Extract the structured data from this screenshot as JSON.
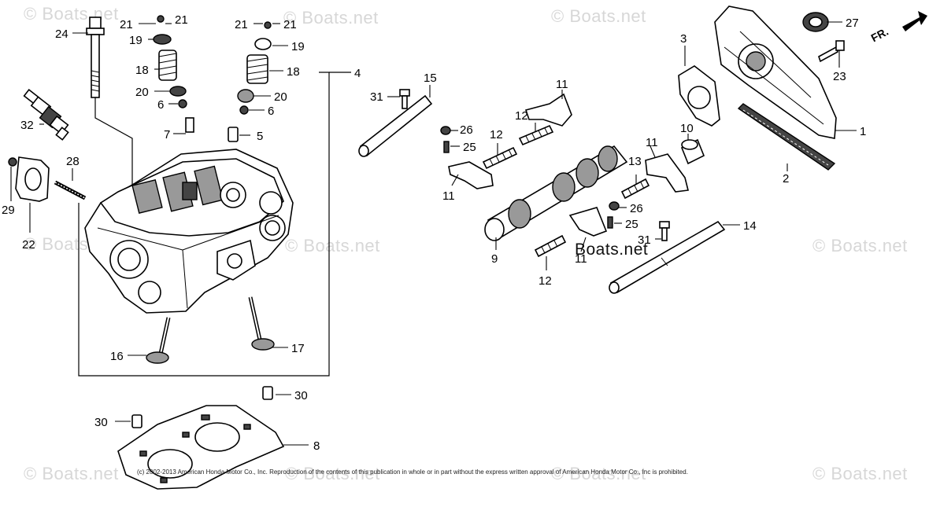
{
  "watermark": "© Boats.net",
  "inline_watermark": "Boats.net",
  "copyright": "(c) 2002-2013 American Honda Motor Co., Inc. Reproduction of the contents of this publication in whole or in part without the express written approval of American Honda Motor Co., Inc is prohibited.",
  "front_marker": "FR.",
  "callouts": {
    "c1": "1",
    "c2": "2",
    "c3": "3",
    "c4": "4",
    "c5": "5",
    "c6a": "6",
    "c6b": "6",
    "c7": "7",
    "c8": "8",
    "c9": "9",
    "c10": "10",
    "c11a": "11",
    "c11b": "11",
    "c11c": "11",
    "c11d": "11",
    "c12a": "12",
    "c12b": "12",
    "c12c": "12",
    "c13": "13",
    "c14": "14",
    "c15": "15",
    "c16": "16",
    "c17": "17",
    "c18a": "18",
    "c18b": "18",
    "c19a": "19",
    "c19b": "19",
    "c20a": "20",
    "c20b": "20",
    "c21a": "21",
    "c21b": "21",
    "c21c": "21",
    "c21d": "21",
    "c22": "22",
    "c23": "23",
    "c24": "24",
    "c25a": "25",
    "c25b": "25",
    "c26a": "26",
    "c26b": "26",
    "c27": "27",
    "c28": "28",
    "c29": "29",
    "c30a": "30",
    "c30b": "30",
    "c31a": "31",
    "c31b": "31",
    "c32": "32"
  }
}
